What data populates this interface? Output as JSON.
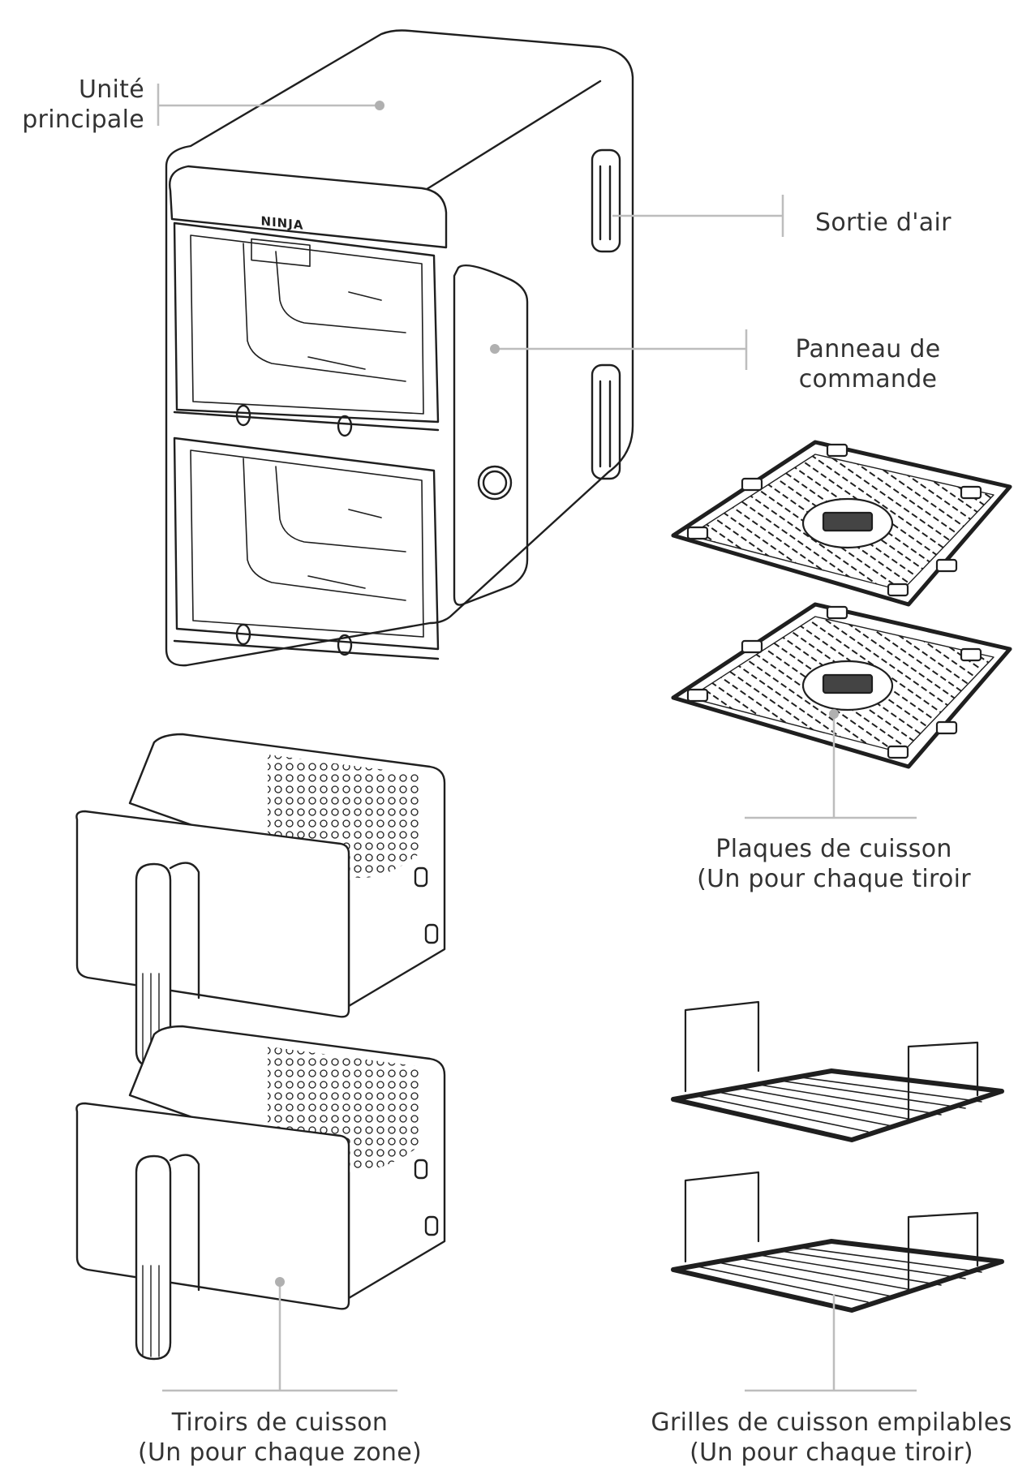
{
  "brand": {
    "logo_text": "NINJA"
  },
  "colors": {
    "line": "#1f1f1f",
    "leader": "#bdbdbd",
    "dot": "#b0b0b0",
    "text": "#333333"
  },
  "callouts": {
    "main_unit": {
      "line1": "Unité",
      "line2": "principale"
    },
    "air_outlet": {
      "line1": "Sortie d'air"
    },
    "control_panel": {
      "line1": "Panneau de",
      "line2": "commande"
    },
    "crisper_plates": {
      "line1": "Plaques de cuisson",
      "line2": "(Un pour chaque tiroir"
    },
    "drawers": {
      "line1": "Tiroirs de cuisson",
      "line2": "(Un pour chaque zone)"
    },
    "racks": {
      "line1": "Grilles de cuisson empilables",
      "line2": "(Un pour chaque tiroir)"
    }
  }
}
